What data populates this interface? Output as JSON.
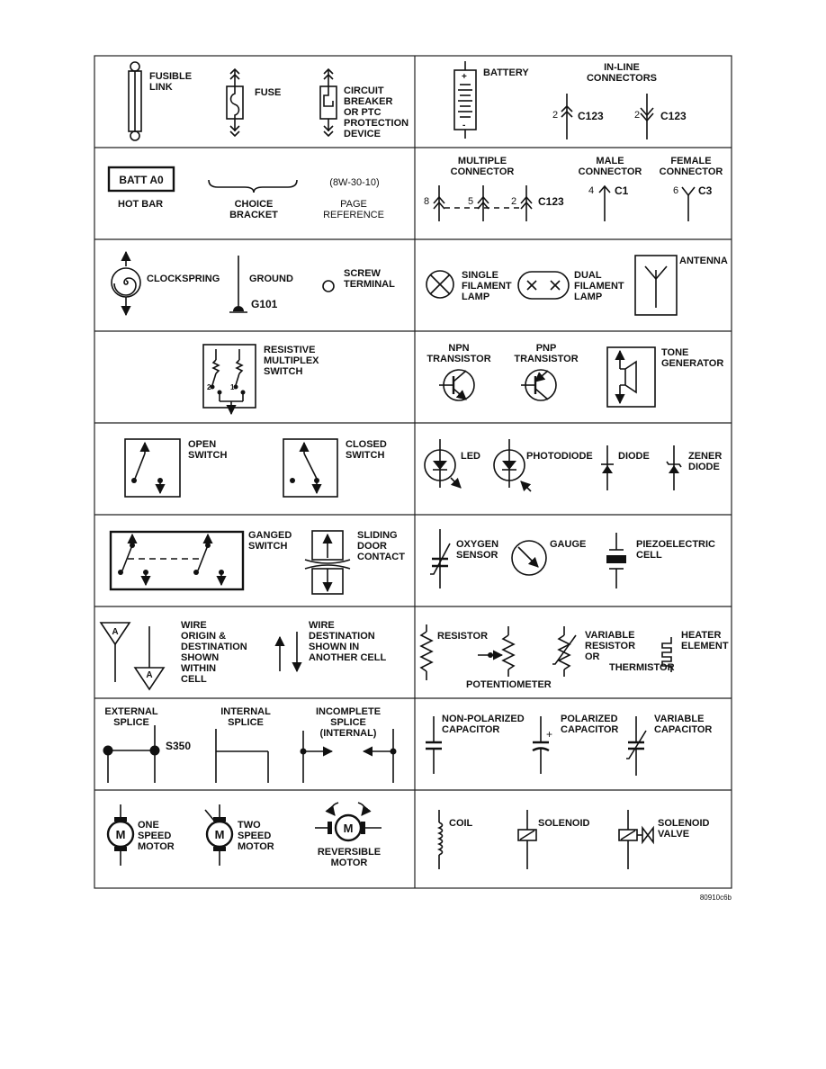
{
  "legend": {
    "fusible_link": [
      "FUSIBLE",
      "LINK"
    ],
    "fuse": "FUSE",
    "circuit_breaker": [
      "CIRCUIT",
      "BREAKER",
      "OR PTC",
      "PROTECTION",
      "DEVICE"
    ],
    "battery": "BATTERY",
    "inline_connectors": [
      "IN-LINE",
      "CONNECTORS"
    ],
    "inline_num_1": "2",
    "inline_num_2": "2",
    "inline_code_1": "C123",
    "inline_code_2": "C123",
    "batt_box": "BATT A0",
    "hot_bar": "HOT BAR",
    "choice_bracket": [
      "CHOICE",
      "BRACKET"
    ],
    "page_ref_code": "(8W-30-10)",
    "page_reference": [
      "PAGE",
      "REFERENCE"
    ],
    "multiple_connector": [
      "MULTIPLE",
      "CONNECTOR"
    ],
    "mc_num_8": "8",
    "mc_num_5": "5",
    "mc_num_2": "2",
    "mc_code": "C123",
    "male_connector": [
      "MALE",
      "CONNECTOR"
    ],
    "male_num": "4",
    "male_code": "C1",
    "female_connector": [
      "FEMALE",
      "CONNECTOR"
    ],
    "female_num": "6",
    "female_code": "C3",
    "clockspring": "CLOCKSPRING",
    "ground": "GROUND",
    "ground_code": "G101",
    "screw_terminal": [
      "SCREW",
      "TERMINAL"
    ],
    "single_lamp": [
      "SINGLE",
      "FILAMENT",
      "LAMP"
    ],
    "dual_lamp": [
      "DUAL",
      "FILAMENT",
      "LAMP"
    ],
    "antenna": "ANTENNA",
    "resistive_switch": [
      "RESISTIVE",
      "MULTIPLEX",
      "SWITCH"
    ],
    "rms_num_2": "2",
    "rms_num_1": "1",
    "npn": [
      "NPN",
      "TRANSISTOR"
    ],
    "pnp": [
      "PNP",
      "TRANSISTOR"
    ],
    "tone_generator": [
      "TONE",
      "GENERATOR"
    ],
    "open_switch": [
      "OPEN",
      "SWITCH"
    ],
    "closed_switch": [
      "CLOSED",
      "SWITCH"
    ],
    "led": "LED",
    "photodiode": "PHOTODIODE",
    "diode": "DIODE",
    "zener": [
      "ZENER",
      "DIODE"
    ],
    "ganged_switch": [
      "GANGED",
      "SWITCH"
    ],
    "sliding_door": [
      "SLIDING",
      "DOOR",
      "CONTACT"
    ],
    "oxygen_sensor": [
      "OXYGEN",
      "SENSOR"
    ],
    "gauge": "GAUGE",
    "piezo": [
      "PIEZOELECTRIC",
      "CELL"
    ],
    "wire_origin": [
      "WIRE",
      "ORIGIN &",
      "DESTINATION",
      "SHOWN",
      "WITHIN",
      "CELL"
    ],
    "wire_tri_a1": "A",
    "wire_tri_a2": "A",
    "wire_dest": [
      "WIRE",
      "DESTINATION",
      "SHOWN IN",
      "ANOTHER CELL"
    ],
    "resistor": "RESISTOR",
    "potentiometer": "POTENTIOMETER",
    "variable_resistor": [
      "VARIABLE",
      "RESISTOR",
      "OR",
      "THERMISTOR"
    ],
    "heater": [
      "HEATER",
      "ELEMENT"
    ],
    "external_splice": [
      "EXTERNAL",
      "SPLICE"
    ],
    "splice_code": "S350",
    "internal_splice": [
      "INTERNAL",
      "SPLICE"
    ],
    "incomplete_splice": [
      "INCOMPLETE",
      "SPLICE",
      "(INTERNAL)"
    ],
    "non_polarized_cap": [
      "NON-POLARIZED",
      "CAPACITOR"
    ],
    "polarized_cap": [
      "POLARIZED",
      "CAPACITOR"
    ],
    "variable_cap": [
      "VARIABLE",
      "CAPACITOR"
    ],
    "one_speed_motor": [
      "ONE",
      "SPEED",
      "MOTOR"
    ],
    "two_speed_motor": [
      "TWO",
      "SPEED",
      "MOTOR"
    ],
    "reversible_motor": [
      "REVERSIBLE",
      "MOTOR"
    ],
    "motor_letter_1": "M",
    "motor_letter_2": "M",
    "motor_letter_3": "M",
    "coil": "COIL",
    "solenoid": "SOLENOID",
    "solenoid_valve": [
      "SOLENOID",
      "VALVE"
    ],
    "figure_code": "80910c6b",
    "polarity_plus": "+",
    "polarity_minus": "-"
  }
}
